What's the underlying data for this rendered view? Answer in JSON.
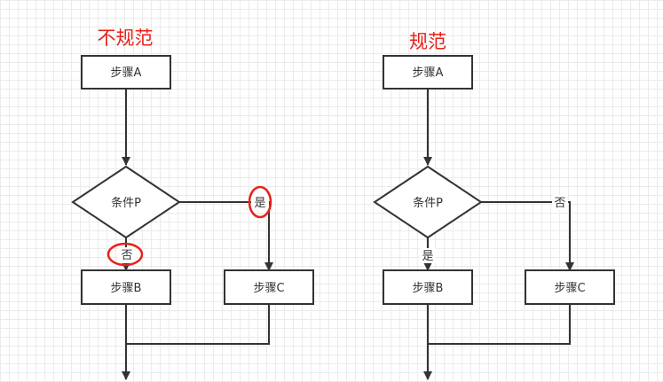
{
  "colors": {
    "title": "#e8211a",
    "highlight_ring": "#e8211a",
    "stroke": "#333333",
    "text": "#333333",
    "background": "#ffffff",
    "grid": "#ebebeb"
  },
  "left": {
    "title": "不规范",
    "step_a": "步骤A",
    "condition": "条件P",
    "step_b": "步骤B",
    "step_c": "步骤C",
    "label_yes": "是",
    "label_no": "否"
  },
  "right": {
    "title": "规范",
    "step_a": "步骤A",
    "condition": "条件P",
    "step_b": "步骤B",
    "step_c": "步骤C",
    "label_yes": "是",
    "label_no": "否"
  }
}
